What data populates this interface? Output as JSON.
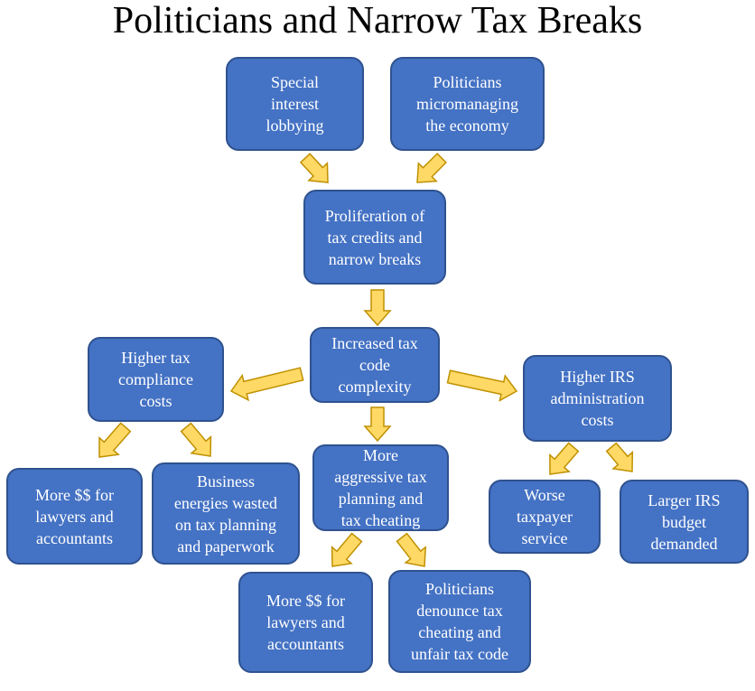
{
  "title": "Politicians and Narrow Tax Breaks",
  "colors": {
    "box_fill": "#4472c4",
    "box_border": "#2f528f",
    "arrow_fill": "#ffd966",
    "arrow_stroke": "#bf9000"
  },
  "nodes": {
    "special_interest": "Special\ninterest\nlobbying",
    "micromanaging": "Politicians\nmicromanaging\nthe economy",
    "proliferation": "Proliferation of\ntax credits and\nnarrow breaks",
    "complexity": "Increased tax\ncode\ncomplexity",
    "compliance": "Higher tax\ncompliance\ncosts",
    "irs_admin": "Higher IRS\nadministration\ncosts",
    "aggressive": "More\naggressive tax\nplanning and\ntax cheating",
    "lawyers_left": "More $$ for\nlawyers and\naccountants",
    "business": "Business\nenergies wasted\non tax planning\nand paperwork",
    "lawyers_mid": "More $$ for\nlawyers and\naccountants",
    "denounce": "Politicians\ndenounce tax\ncheating and\nunfair tax code",
    "worse_service": "Worse\ntaxpayer\nservice",
    "irs_budget": "Larger IRS\nbudget\ndemanded"
  }
}
